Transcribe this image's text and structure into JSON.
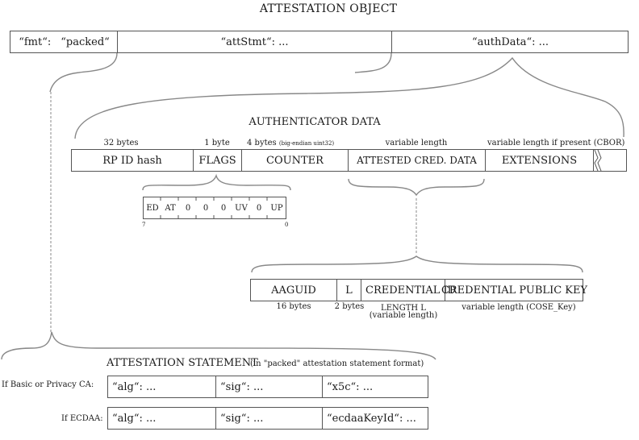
{
  "title": "ATTESTATION OBJECT",
  "attestation_object": {
    "fmt_key": "“fmt“:",
    "fmt_val": "“packed“",
    "attstmt": "“attStmt“:   ...",
    "authdata": "“authData“:   ..."
  },
  "authenticator_data": {
    "title": "AUTHENTICATOR DATA",
    "sizes": {
      "rpid": "32 bytes",
      "flags": "1 byte",
      "counter_main": "4 bytes",
      "counter_note": "(big-endian uint32)",
      "attested": "variable length",
      "extensions": "variable length if present (CBOR)"
    },
    "fields": {
      "rpid": "RP ID hash",
      "flags": "FLAGS",
      "counter": "COUNTER",
      "attested": "ATTESTED CRED. DATA",
      "extensions": "EXTENSIONS"
    }
  },
  "flags_bits": {
    "bits": [
      "ED",
      "AT",
      "0",
      "0",
      "0",
      "UV",
      "0",
      "UP"
    ],
    "msb": "7",
    "lsb": "0"
  },
  "attested_credential_data": {
    "fields": {
      "aaguid": "AAGUID",
      "l": "L",
      "cred_id": "CREDENTIAL ID",
      "pubkey": "CREDENTIAL PUBLIC KEY"
    },
    "sizes": {
      "aaguid": "16 bytes",
      "l": "2 bytes",
      "cred_id_1": "LENGTH L",
      "cred_id_2": "(variable length)",
      "pubkey": "variable length (COSE_Key)"
    }
  },
  "attestation_statement": {
    "title": "ATTESTATION STATEMENT",
    "subtitle": "(in \"packed\" attestation statement format)",
    "rows": [
      {
        "label": "If Basic or Privacy CA:",
        "cells": [
          "“alg“:   ...",
          "“sig“:   ...",
          "“x5c“:   ..."
        ]
      },
      {
        "label": "If ECDAA:",
        "cells": [
          "“alg“:   ...",
          "“sig“:   ...",
          "“ecdaaKeyId“:   ..."
        ]
      }
    ]
  }
}
